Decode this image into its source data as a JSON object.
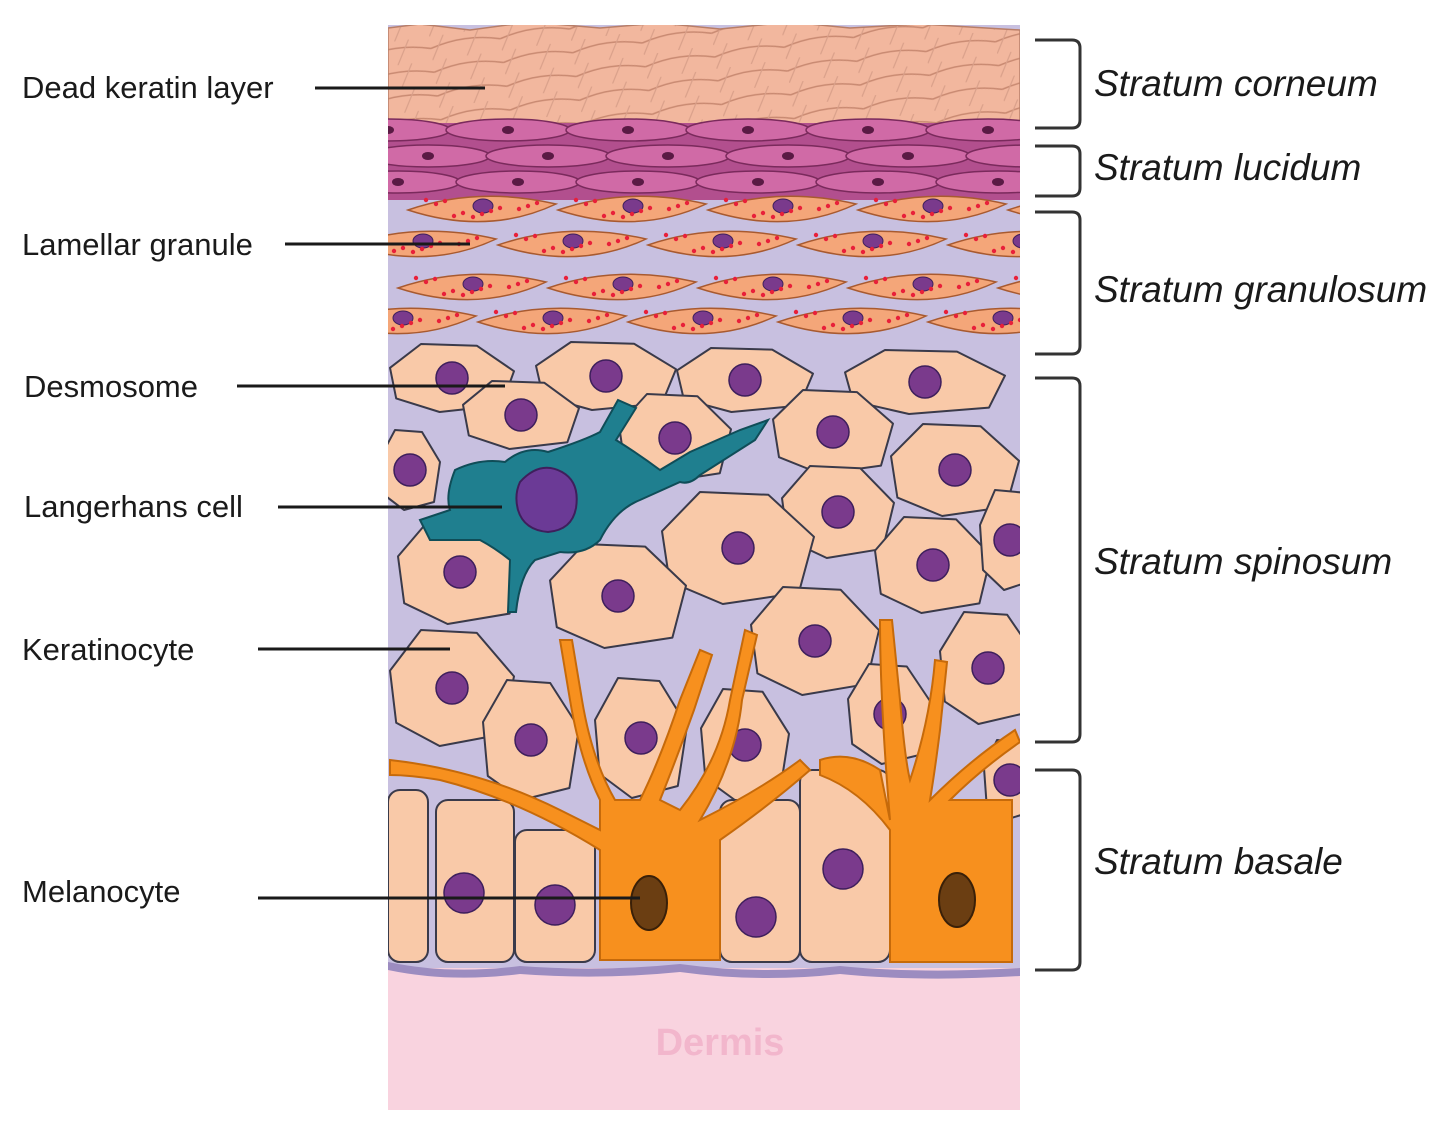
{
  "labels": {
    "dead_keratin": "Dead keratin layer",
    "lamellar_granule": "Lamellar granule",
    "desmosome": "Desmosome",
    "langerhans": "Langerhans cell",
    "keratinocyte": "Keratinocyte",
    "melanocyte": "Melanocyte"
  },
  "layers": {
    "corneum": "Stratum corneum",
    "lucidum": "Stratum lucidum",
    "granulosum": "Stratum granulosum",
    "spinosum": "Stratum spinosum",
    "basale": "Stratum basale"
  },
  "dermis": "Dermis",
  "colors": {
    "keratinocyte": "#f9c9a8",
    "nucleus": "#7a3a8c",
    "corneum": "#f2b79e",
    "lucidum": "#c25a9a",
    "granulosum": "#f4a679",
    "granule_dot": "#e8203a",
    "langerhans": "#1f7f8f",
    "melanocyte": "#f7901e",
    "melanin_nucleus": "#6b3e12",
    "intercellular": "#c8c0e0",
    "dermis": "#f9d3df"
  }
}
